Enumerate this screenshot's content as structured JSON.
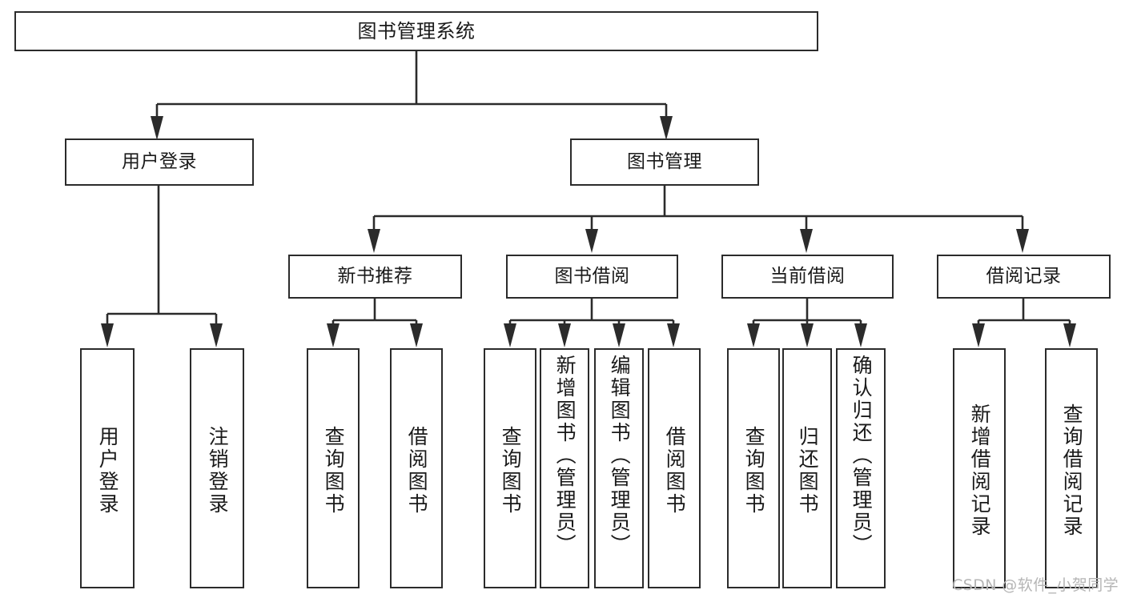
{
  "diagram": {
    "title": "图书管理系统",
    "type": "hierarchy-tree",
    "watermark": "CSDN @软件_小贺同学",
    "colors": {
      "background": "#ffffff",
      "border": "#2b2b2b",
      "text": "#1a1a1a",
      "watermark": "#b5b5b5"
    },
    "levels": [
      {
        "level": 1,
        "nodes": [
          {
            "id": "root",
            "label": "图书管理系统",
            "orientation": "horizontal"
          }
        ]
      },
      {
        "level": 2,
        "nodes": [
          {
            "id": "user-login",
            "label": "用户登录",
            "orientation": "horizontal",
            "parent": "root"
          },
          {
            "id": "book-manage",
            "label": "图书管理",
            "orientation": "horizontal",
            "parent": "root"
          }
        ]
      },
      {
        "level": 3,
        "nodes": [
          {
            "id": "new-book-rec",
            "label": "新书推荐",
            "orientation": "horizontal",
            "parent": "book-manage"
          },
          {
            "id": "book-borrow",
            "label": "图书借阅",
            "orientation": "horizontal",
            "parent": "book-manage"
          },
          {
            "id": "current-borrow",
            "label": "当前借阅",
            "orientation": "horizontal",
            "parent": "book-manage"
          },
          {
            "id": "borrow-record",
            "label": "借阅记录",
            "orientation": "horizontal",
            "parent": "book-manage"
          }
        ]
      },
      {
        "level": 4,
        "nodes": [
          {
            "id": "leaf-user-login",
            "label": "用户登录",
            "orientation": "vertical",
            "parent": "user-login"
          },
          {
            "id": "leaf-user-logout",
            "label": "注销登录",
            "orientation": "vertical",
            "parent": "user-login"
          },
          {
            "id": "leaf-rec-query",
            "label": "查询图书",
            "orientation": "vertical",
            "parent": "new-book-rec"
          },
          {
            "id": "leaf-rec-borrow",
            "label": "借阅图书",
            "orientation": "vertical",
            "parent": "new-book-rec"
          },
          {
            "id": "leaf-borrow-query",
            "label": "查询图书",
            "orientation": "vertical",
            "parent": "book-borrow"
          },
          {
            "id": "leaf-borrow-add",
            "label": "新增图书（管理员）",
            "orientation": "vertical",
            "parent": "book-borrow"
          },
          {
            "id": "leaf-borrow-edit",
            "label": "编辑图书（管理员）",
            "orientation": "vertical",
            "parent": "book-borrow"
          },
          {
            "id": "leaf-borrow-lend",
            "label": "借阅图书",
            "orientation": "vertical",
            "parent": "book-borrow"
          },
          {
            "id": "leaf-cur-query",
            "label": "查询图书",
            "orientation": "vertical",
            "parent": "current-borrow"
          },
          {
            "id": "leaf-cur-return",
            "label": "归还图书",
            "orientation": "vertical",
            "parent": "current-borrow"
          },
          {
            "id": "leaf-cur-confirm",
            "label": "确认归还（管理员）",
            "orientation": "vertical",
            "parent": "current-borrow"
          },
          {
            "id": "leaf-rec-add",
            "label": "新增借阅记录",
            "orientation": "vertical",
            "parent": "borrow-record"
          },
          {
            "id": "leaf-rec-query2",
            "label": "查询借阅记录",
            "orientation": "vertical",
            "parent": "borrow-record"
          }
        ]
      }
    ]
  }
}
